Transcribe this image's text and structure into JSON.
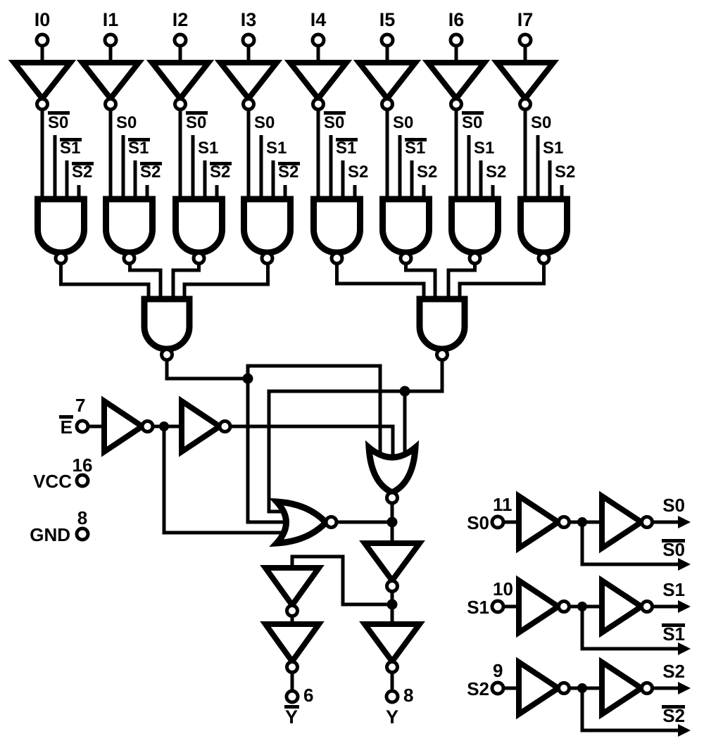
{
  "figure": {
    "description": "Logic diagram of an 8-input multiplexer",
    "background_color": "#ffffff",
    "line_color": "#000000"
  },
  "data_inputs": {
    "columns": [
      {
        "input": "I0",
        "selects": [
          {
            "name": "S0",
            "negated": true
          },
          {
            "name": "S1",
            "negated": true
          },
          {
            "name": "S2",
            "negated": true
          }
        ]
      },
      {
        "input": "I1",
        "selects": [
          {
            "name": "S0",
            "negated": false
          },
          {
            "name": "S1",
            "negated": true
          },
          {
            "name": "S2",
            "negated": true
          }
        ]
      },
      {
        "input": "I2",
        "selects": [
          {
            "name": "S0",
            "negated": true
          },
          {
            "name": "S1",
            "negated": false
          },
          {
            "name": "S2",
            "negated": true
          }
        ]
      },
      {
        "input": "I3",
        "selects": [
          {
            "name": "S0",
            "negated": false
          },
          {
            "name": "S1",
            "negated": false
          },
          {
            "name": "S2",
            "negated": true
          }
        ]
      },
      {
        "input": "I4",
        "selects": [
          {
            "name": "S0",
            "negated": true
          },
          {
            "name": "S1",
            "negated": true
          },
          {
            "name": "S2",
            "negated": false
          }
        ]
      },
      {
        "input": "I5",
        "selects": [
          {
            "name": "S0",
            "negated": false
          },
          {
            "name": "S1",
            "negated": true
          },
          {
            "name": "S2",
            "negated": false
          }
        ]
      },
      {
        "input": "I6",
        "selects": [
          {
            "name": "S0",
            "negated": true
          },
          {
            "name": "S1",
            "negated": false
          },
          {
            "name": "S2",
            "negated": false
          }
        ]
      },
      {
        "input": "I7",
        "selects": [
          {
            "name": "S0",
            "negated": false
          },
          {
            "name": "S1",
            "negated": false
          },
          {
            "name": "S2",
            "negated": false
          }
        ]
      }
    ]
  },
  "enable": {
    "label": "E",
    "negated": true,
    "pin": "7"
  },
  "power": {
    "vcc": {
      "label": "VCC",
      "pin": "16"
    },
    "gnd": {
      "label": "GND",
      "pin": "8"
    }
  },
  "outputs": {
    "y": {
      "label": "Y",
      "negated": false,
      "pin": "8"
    },
    "y_bar": {
      "label": "Y",
      "negated": true,
      "pin": "6"
    }
  },
  "select_lines": [
    {
      "label": "S0",
      "pin": "11",
      "true_output": {
        "name": "S0",
        "negated": false
      },
      "complement_output": {
        "name": "S0",
        "negated": true
      }
    },
    {
      "label": "S1",
      "pin": "10",
      "true_output": {
        "name": "S1",
        "negated": false
      },
      "complement_output": {
        "name": "S1",
        "negated": true
      }
    },
    {
      "label": "S2",
      "pin": "9",
      "true_output": {
        "name": "S2",
        "negated": false
      },
      "complement_output": {
        "name": "S2",
        "negated": true
      }
    }
  ]
}
